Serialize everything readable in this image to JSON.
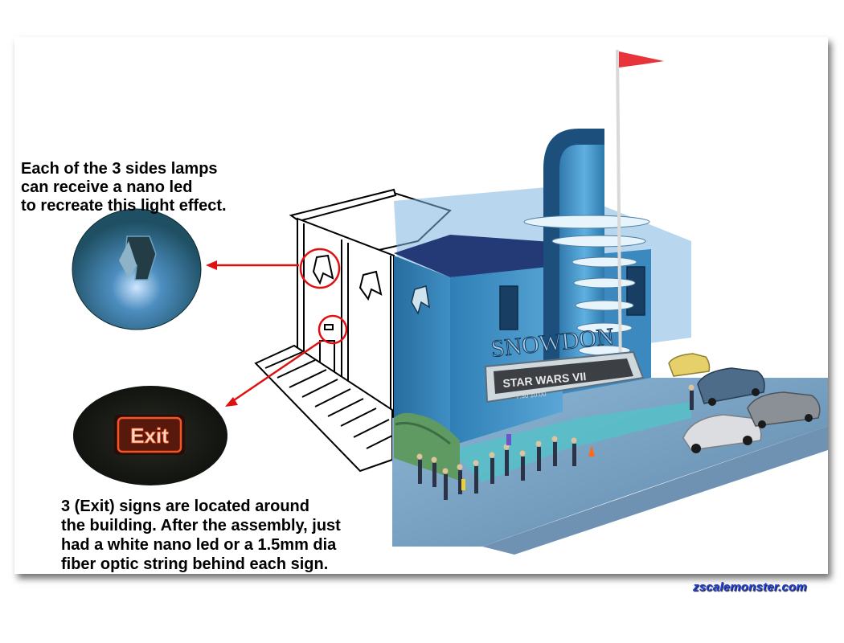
{
  "captions": {
    "lamps": "Each of the 3 sides lamps\ncan receive a nano led\nto recreate this light effect.",
    "exit": "3 (Exit) signs are located around\nthe building. After the assembly, just\nhad a white nano led or a 1.5mm dia\nfiber optic string behind each sign."
  },
  "building": {
    "vertical_sign": "SNOWDON",
    "marquee": "STAR WARS VII",
    "marquee_sub": "7:30  10:00"
  },
  "exit_sign_label": "Exit",
  "site_credit": "zscalemonster.com",
  "colors": {
    "building_blue": "#3f8fc4",
    "building_dark": "#1f5f93",
    "callout_red": "#e01010",
    "exit_glow": "#ff5a2a",
    "credit_blue": "#1f3fe0"
  }
}
